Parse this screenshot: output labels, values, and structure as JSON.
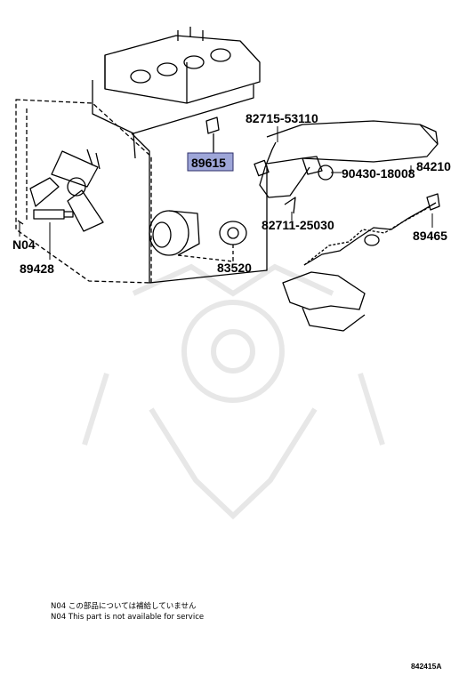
{
  "parts": [
    {
      "id": "p-82715-53110",
      "label": "82715-53110"
    },
    {
      "id": "p-89615",
      "label": "89615",
      "highlighted": true
    },
    {
      "id": "p-84210",
      "label": "84210"
    },
    {
      "id": "p-90430-18008",
      "label": "90430-18008"
    },
    {
      "id": "p-82711-25030",
      "label": "82711-25030"
    },
    {
      "id": "p-89465",
      "label": "89465"
    },
    {
      "id": "p-N04",
      "label": "N04"
    },
    {
      "id": "p-89428",
      "label": "89428"
    },
    {
      "id": "p-83520",
      "label": "83520"
    }
  ],
  "notes": {
    "jp": "N04 この部品については補給していません",
    "en": "N04 This part is not available for service"
  },
  "diagram_ref": "842415A",
  "colors": {
    "highlight_fill": "#9ea6d8",
    "highlight_border": "#2d2f6a",
    "linework": "#000000"
  }
}
